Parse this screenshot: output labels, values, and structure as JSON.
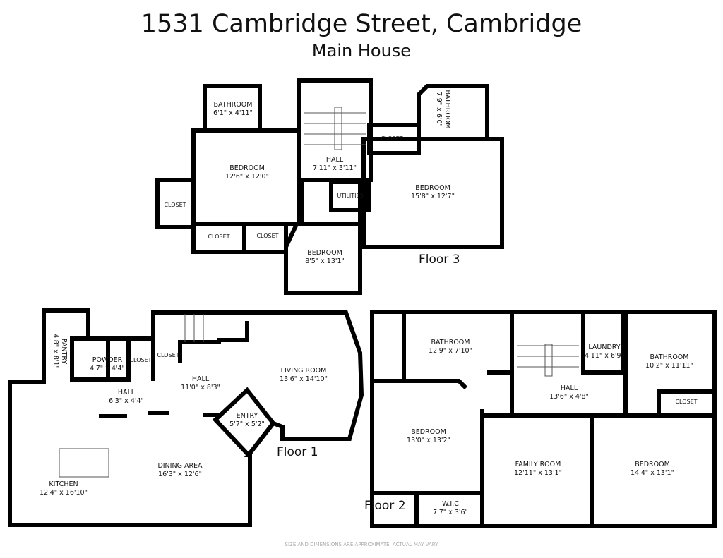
{
  "title": "1531 Cambridge Street, Cambridge",
  "subtitle": "Main House",
  "footer": "SIZE AND DIMENSIONS ARE APPROXIMATE, ACTUAL MAY VARY",
  "floors": {
    "floor3": {
      "label": "Floor 3",
      "rooms": [
        {
          "name": "BATHROOM",
          "dim": "6'1\" x 4'11\""
        },
        {
          "name": "BEDROOM",
          "dim": "12'6\" x 12'0\""
        },
        {
          "name": "HALL",
          "dim": "7'11\" x 3'11\""
        },
        {
          "name": "BATHROOM",
          "dim": "7'9\" x 6'0\""
        },
        {
          "name": "BEDROOM",
          "dim": "15'8\" x 12'7\""
        },
        {
          "name": "BEDROOM",
          "dim": "8'5\" x 13'1\""
        },
        {
          "name": "CLOSET"
        },
        {
          "name": "CLOSET"
        },
        {
          "name": "CLOSET"
        },
        {
          "name": "CLOSET"
        },
        {
          "name": "UTILITIES"
        }
      ]
    },
    "floor1": {
      "label": "Floor 1",
      "rooms": [
        {
          "name": "PANTRY",
          "dim": "4'8\" x 8'1\""
        },
        {
          "name": "POWDER",
          "dim": "4'7\" x 4'4\""
        },
        {
          "name": "CLOSET"
        },
        {
          "name": "CLOSET"
        },
        {
          "name": "HALL",
          "dim": "11'0\" x 8'3\""
        },
        {
          "name": "HALL",
          "dim": "6'3\" x 4'4\""
        },
        {
          "name": "LIVING ROOM",
          "dim": "13'6\" x 14'10\""
        },
        {
          "name": "ENTRY",
          "dim": "5'7\" x 5'2\""
        },
        {
          "name": "DINING AREA",
          "dim": "16'3\" x 12'6\""
        },
        {
          "name": "KITCHEN",
          "dim": "12'4\" x 16'10\""
        }
      ]
    },
    "floor2": {
      "label": "Floor 2",
      "rooms": [
        {
          "name": "BATHROOM",
          "dim": "12'9\" x 7'10\""
        },
        {
          "name": "LAUNDRY",
          "dim": "4'11\" x 6'9\""
        },
        {
          "name": "BATHROOM",
          "dim": "10'2\" x 11'11\""
        },
        {
          "name": "HALL",
          "dim": "13'6\" x 4'8\""
        },
        {
          "name": "CLOSET"
        },
        {
          "name": "BEDROOM",
          "dim": "13'0\" x 13'2\""
        },
        {
          "name": "FAMILY ROOM",
          "dim": "12'11\" x 13'1\""
        },
        {
          "name": "BEDROOM",
          "dim": "14'4\" x 13'1\""
        },
        {
          "name": "W.I.C",
          "dim": "7'7\" x 3'6\""
        }
      ]
    }
  }
}
